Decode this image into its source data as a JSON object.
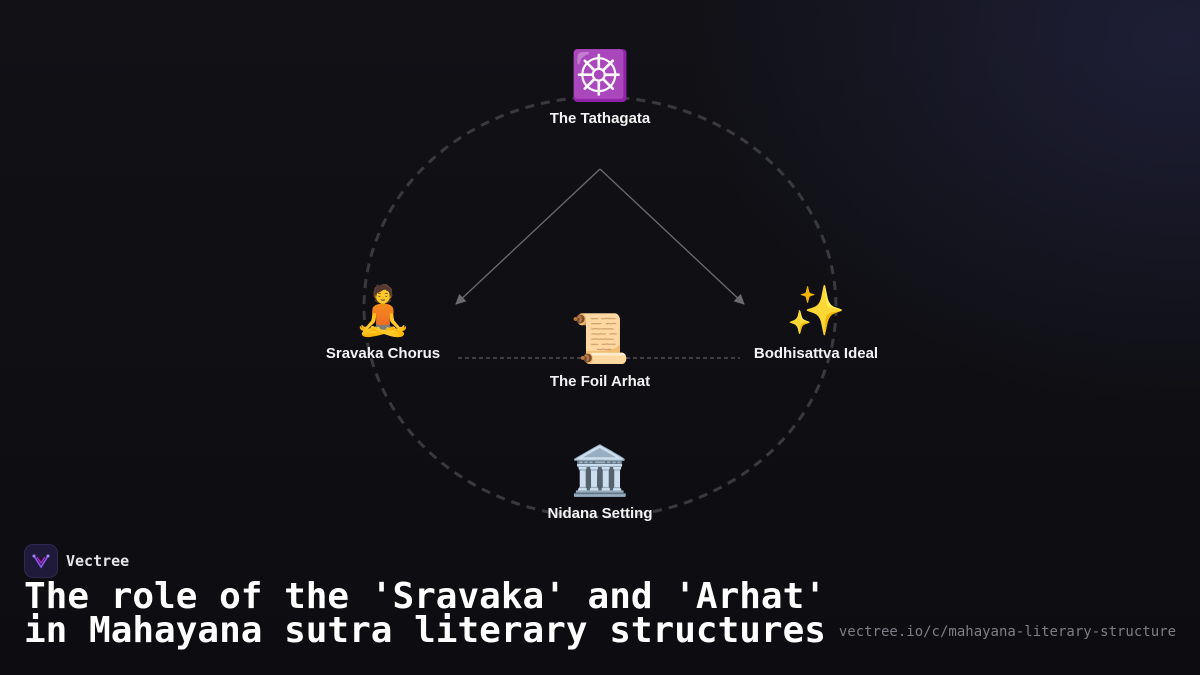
{
  "diagram": {
    "nodes": [
      {
        "id": "tathagata",
        "icon": "dharma-wheel-icon",
        "glyph": "☸️",
        "label": "The Tathagata"
      },
      {
        "id": "sravaka",
        "icon": "meditating-person-icon",
        "glyph": "🧘",
        "label": "Sravaka Chorus"
      },
      {
        "id": "bodhisattva",
        "icon": "sparkles-icon",
        "glyph": "✨",
        "label": "Bodhisattva Ideal"
      },
      {
        "id": "arhat",
        "icon": "scroll-icon",
        "glyph": "📜",
        "label": "The Foil Arhat"
      },
      {
        "id": "nidana",
        "icon": "classical-building-icon",
        "glyph": "🏛️",
        "label": "Nidana Setting"
      }
    ],
    "edges": [
      {
        "from": "tathagata",
        "to": "sravaka",
        "style": "solid-arrow"
      },
      {
        "from": "tathagata",
        "to": "bodhisattva",
        "style": "solid-arrow"
      },
      {
        "from": "sravaka",
        "to": "bodhisattva",
        "style": "dashed"
      }
    ],
    "colors": {
      "background": "#0e0e12",
      "edge": "#6a6a70",
      "outline": "#3a3a3e",
      "text": "#f2f2f2"
    }
  },
  "brand": {
    "name": "Vectree",
    "logo_icon": "vectree-logo-icon",
    "accent": "#8b5cf6"
  },
  "title_lines": [
    "The role of the 'Sravaka' and 'Arhat'",
    "in Mahayana sutra literary structures"
  ],
  "url": "vectree.io/c/mahayana-literary-structure"
}
